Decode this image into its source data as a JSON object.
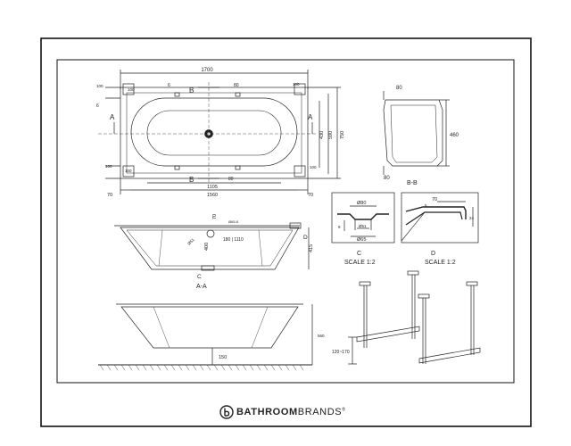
{
  "brand": {
    "name_part1": "BATHROOM",
    "name_part2": "BRANDS",
    "mark": "®",
    "logo_icon": "b-circle-logo-icon"
  },
  "plan": {
    "overall_width": "1700",
    "left_offset": "100",
    "right_offset": "100",
    "top_small_left": "100",
    "dim_6_top": "6",
    "dim_6_left": "6",
    "dim_80": "80",
    "dim_80_lower": "80",
    "dim_100_left_side": "100",
    "dim_100_left_bottom": "100",
    "dim_100_right_bottom": "100",
    "dim_430": "430",
    "dim_590": "590",
    "dim_750": "750",
    "dim_1105": "1105",
    "dim_1560": "1560",
    "dim_70_left": "70",
    "dim_70_right": "70",
    "section_a_left": "A",
    "section_a_right": "A",
    "section_b_top": "B",
    "section_b_bottom": "B"
  },
  "section_bb": {
    "dim_top_80": "80",
    "dim_bottom_80": "80",
    "dim_460": "460",
    "label": "B-B"
  },
  "detail_c": {
    "dia_80": "Ø80",
    "dia_51": "Ø51",
    "dia_65": "Ø65",
    "dim_9": "9",
    "label": "C",
    "scale": "SCALE 1:2"
  },
  "detail_d": {
    "dim_70": "70",
    "dim_5": "5",
    "dim_24": "24",
    "label": "D",
    "scale": "SCALE 1:2"
  },
  "section_aa": {
    "dim_70": "70",
    "dim_415": "415",
    "dim_400": "400",
    "dia_51": "Ø51",
    "dia_65": "Ø65.8",
    "depth_text": "180 | 1110",
    "marker_c": "C",
    "marker_d": "D",
    "label": "A-A"
  },
  "side_view": {
    "dim_560": "560",
    "dim_150": "150"
  },
  "legs": {
    "dim_range": "120~170"
  }
}
